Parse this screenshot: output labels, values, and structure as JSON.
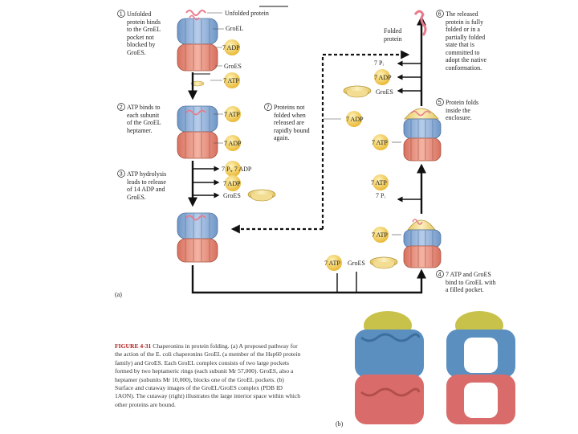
{
  "labels": {
    "unfolded_protein": "Unfolded protein",
    "groel": "GroEL",
    "adp7": "7 ADP",
    "groes": "GroES",
    "atp7": "7 ATP",
    "pi7": "7 Pᵢ",
    "pi_7adp": "7 Pᵢ, 7 ADP",
    "folded_protein": "Folded protein",
    "panel_a": "(a)",
    "panel_b": "(b)"
  },
  "steps": {
    "s1": [
      "Unfolded",
      "protein binds",
      "to the GroEL",
      "pocket not",
      "blocked by",
      "GroES."
    ],
    "s2": [
      "ATP binds to",
      "each subunit",
      "of the GroEL",
      "heptamer."
    ],
    "s3": [
      "ATP hydrolysis",
      "leads to release",
      "of 14 ADP and",
      "GroES."
    ],
    "s4": [
      "7 ATP and GroES",
      "bind to GroEL with",
      "a filled pocket."
    ],
    "s5": [
      "Protein folds",
      "inside the",
      "enclosure."
    ],
    "s6": [
      "The released",
      "protein is fully",
      "folded or in a",
      "partially folded",
      "state that is",
      "committed to",
      "adopt the native",
      "conformation."
    ],
    "s7": [
      "Proteins not",
      "folded when",
      "released are",
      "rapidly bound",
      "again."
    ]
  },
  "caption": {
    "fig": "FIGURE 4-31",
    "title": "Chaperonins in protein folding.",
    "body": "(a) A proposed pathway for the action of the E. coli chaperonins GroEL (a member of the Hsp60 protein family) and GroES. Each GroEL complex consists of two large pockets formed by two heptameric rings (each subunit Mr 57,000). GroES, also a heptamer (subunits Mr 10,000), blocks one of the GroEL pockets. (b) Surface and cutaway images of the GroEL/GroES complex (PDB ID 1AON). The cutaway (right) illustrates the large interior space within which other proteins are bound."
  },
  "colors": {
    "groel_top": "#8fb2dc",
    "groel_bottom": "#e9907c",
    "groes": "#f0d98a",
    "nucleotide": "#f6c84a",
    "protein": "#e97a8b",
    "surface_yellow": "#c8c24a",
    "surface_blue": "#5b8fc0",
    "surface_red": "#d96c6a"
  }
}
